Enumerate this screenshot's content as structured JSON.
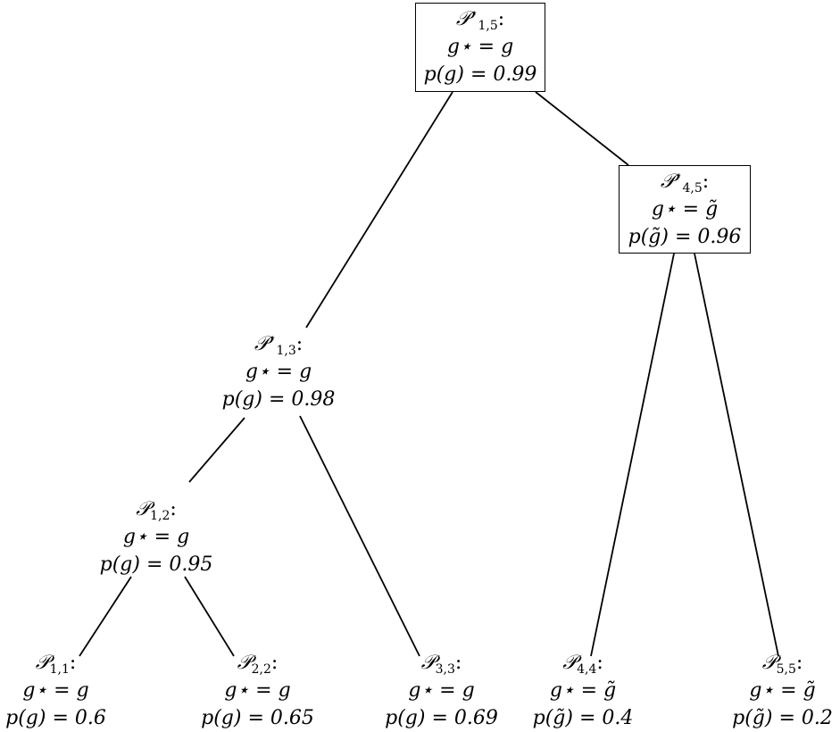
{
  "nodes": [
    {
      "id": "P15",
      "symbol": "𝒫",
      "star": "⋆",
      "sub": "1,5",
      "colon": ":",
      "assign": "g⋆ = g",
      "prob": "p(g) = 0.99",
      "boxed": true
    },
    {
      "id": "P45",
      "symbol": "𝒫",
      "star": "⋆",
      "sub": "4,5",
      "colon": ":",
      "assign": "g⋆ = g̃",
      "prob": "p(g̃) = 0.96",
      "boxed": true
    },
    {
      "id": "P13",
      "symbol": "𝒫",
      "star": "⋆",
      "sub": "1,3",
      "colon": ":",
      "assign": "g⋆ = g",
      "prob": "p(g) = 0.98",
      "boxed": false
    },
    {
      "id": "P12",
      "symbol": "𝒫",
      "star": "",
      "sub": "1,2",
      "colon": ":",
      "assign": "g⋆ = g",
      "prob": "p(g) = 0.95",
      "boxed": false
    },
    {
      "id": "P11",
      "symbol": "𝒫",
      "star": "",
      "sub": "1,1",
      "colon": ":",
      "assign": "g⋆ = g",
      "prob": "p(g) = 0.6",
      "boxed": false
    },
    {
      "id": "P22",
      "symbol": "𝒫",
      "star": "",
      "sub": "2,2",
      "colon": ":",
      "assign": "g⋆ = g",
      "prob": "p(g) = 0.65",
      "boxed": false
    },
    {
      "id": "P33",
      "symbol": "𝒫",
      "star": "",
      "sub": "3,3",
      "colon": ":",
      "assign": "g⋆ = g",
      "prob": "p(g) = 0.69",
      "boxed": false
    },
    {
      "id": "P44",
      "symbol": "𝒫",
      "star": "",
      "sub": "4,4",
      "colon": ":",
      "assign": "g⋆ = g̃",
      "prob": "p(g̃) = 0.4",
      "boxed": false
    },
    {
      "id": "P55",
      "symbol": "𝒫",
      "star": "",
      "sub": "5,5",
      "colon": ":",
      "assign": "g⋆ = g̃",
      "prob": "p(g̃) = 0.2",
      "boxed": false
    }
  ],
  "edges": [
    {
      "from": "P15",
      "to": "P13"
    },
    {
      "from": "P15",
      "to": "P45"
    },
    {
      "from": "P13",
      "to": "P12"
    },
    {
      "from": "P13",
      "to": "P33"
    },
    {
      "from": "P12",
      "to": "P11"
    },
    {
      "from": "P12",
      "to": "P22"
    },
    {
      "from": "P45",
      "to": "P44"
    },
    {
      "from": "P45",
      "to": "P55"
    }
  ]
}
